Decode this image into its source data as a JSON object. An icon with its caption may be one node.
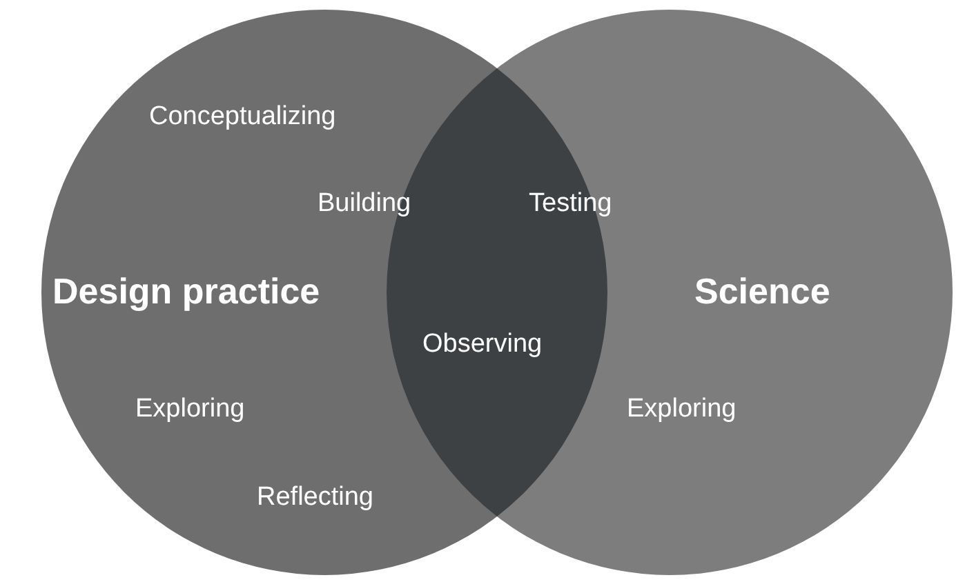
{
  "diagram": {
    "nodes": [
      {
        "text": [
          "Design practice"
        ]
      },
      {
        "text": [
          "Science"
        ]
      }
    ],
    "labels": [
      "Conceptualizing",
      "Building",
      "Testing",
      "Observing",
      "Exploring",
      "Exploring",
      "Reflecting"
    ]
  }
}
